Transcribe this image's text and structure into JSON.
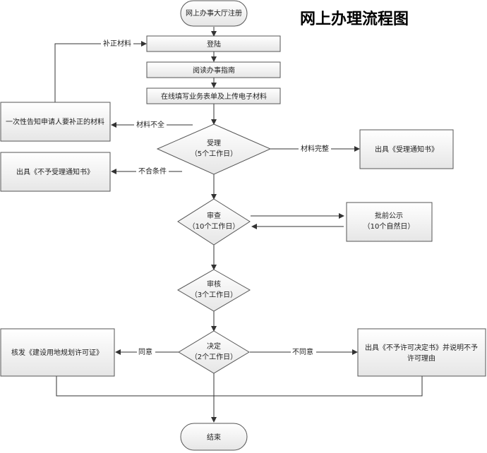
{
  "title": "网上办理流程图",
  "nodes": {
    "start": "网上办事大厅注册",
    "login": "登陆",
    "read_guide": "阅读办事指南",
    "fill_form": "在线填写业务表单及上传电子材料",
    "accept": [
      "受理",
      "（5个工作日）"
    ],
    "notify_supplement": "一次性告知申请人要补正的材料",
    "issue_reject_notice": "出具《不予受理通知书》",
    "issue_accept_notice": "出具《受理通知书》",
    "review": [
      "审查",
      "（10个工作日）"
    ],
    "publicity": [
      "批前公示",
      "（10个自然日）"
    ],
    "verify": [
      "审核",
      "（3个工作日）"
    ],
    "decide": [
      "决定",
      "（2个工作日）"
    ],
    "issue_permit": "核发《建设用地规划许可证》",
    "issue_denial": [
      "出具《不予许可决定书》并说明不予",
      "许可理由"
    ],
    "end": "结束"
  },
  "edge_labels": {
    "supplement": "补正材料",
    "incomplete": "材料不全",
    "complete": "材料完整",
    "not_qualified": "不合条件",
    "agree": "同意",
    "disagree": "不同意"
  }
}
